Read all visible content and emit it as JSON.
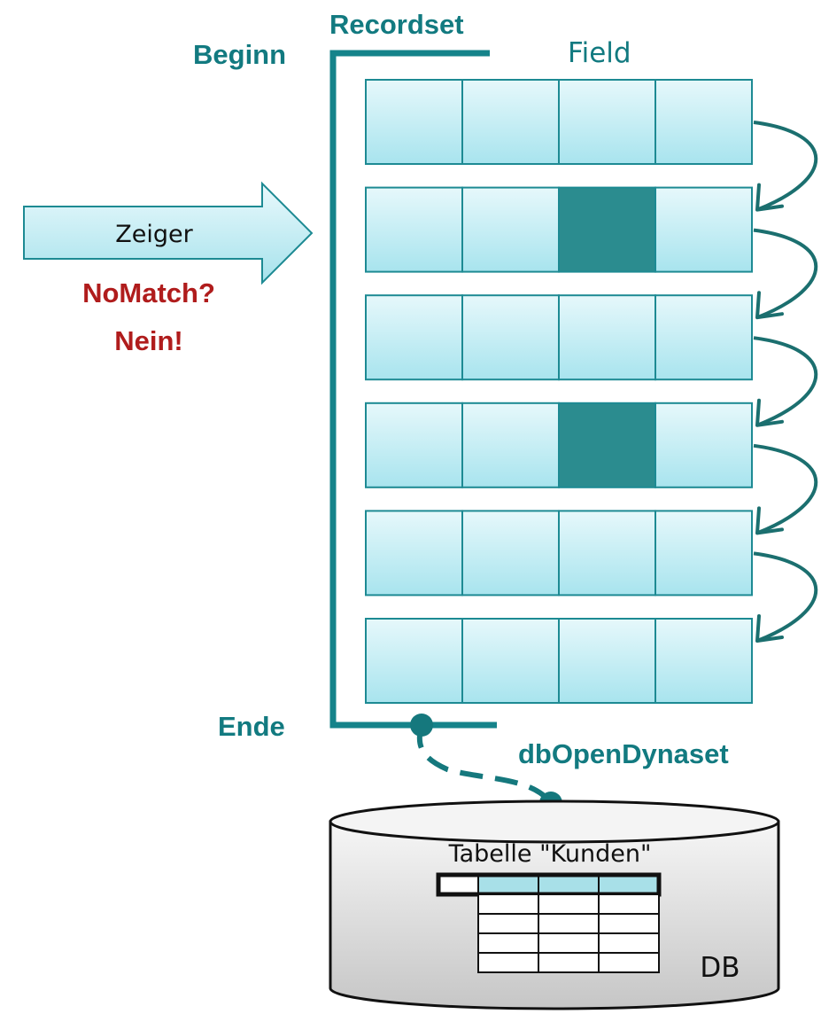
{
  "labels": {
    "recordset": "Recordset",
    "beginn": "Beginn",
    "field": "Field",
    "ende": "Ende",
    "pointer": "Zeiger",
    "nomatch": "NoMatch?",
    "nein": "Nein!",
    "dbopen": "dbOpenDynaset",
    "table": "Tabelle \"Kunden\"",
    "db": "DB"
  },
  "recordset": {
    "rows": 6,
    "columns": 4,
    "matches": [
      {
        "row": 2,
        "col": 3
      },
      {
        "row": 4,
        "col": 3
      }
    ]
  },
  "table": {
    "header_columns": 4,
    "body_rows": 4,
    "body_columns": 3
  },
  "colors": {
    "teal": "#127a80",
    "bracket": "#15838a",
    "red": "#b01c1c",
    "match": "#2b8c8f",
    "cellTop": "#e6f8fb",
    "cellBottom": "#a8e4ee",
    "cellBorder": "#1d8a93",
    "arrowTeal": "#1b6f6f",
    "dbTop": "#f4f4f4",
    "dbBottom": "#c8c8c8"
  }
}
